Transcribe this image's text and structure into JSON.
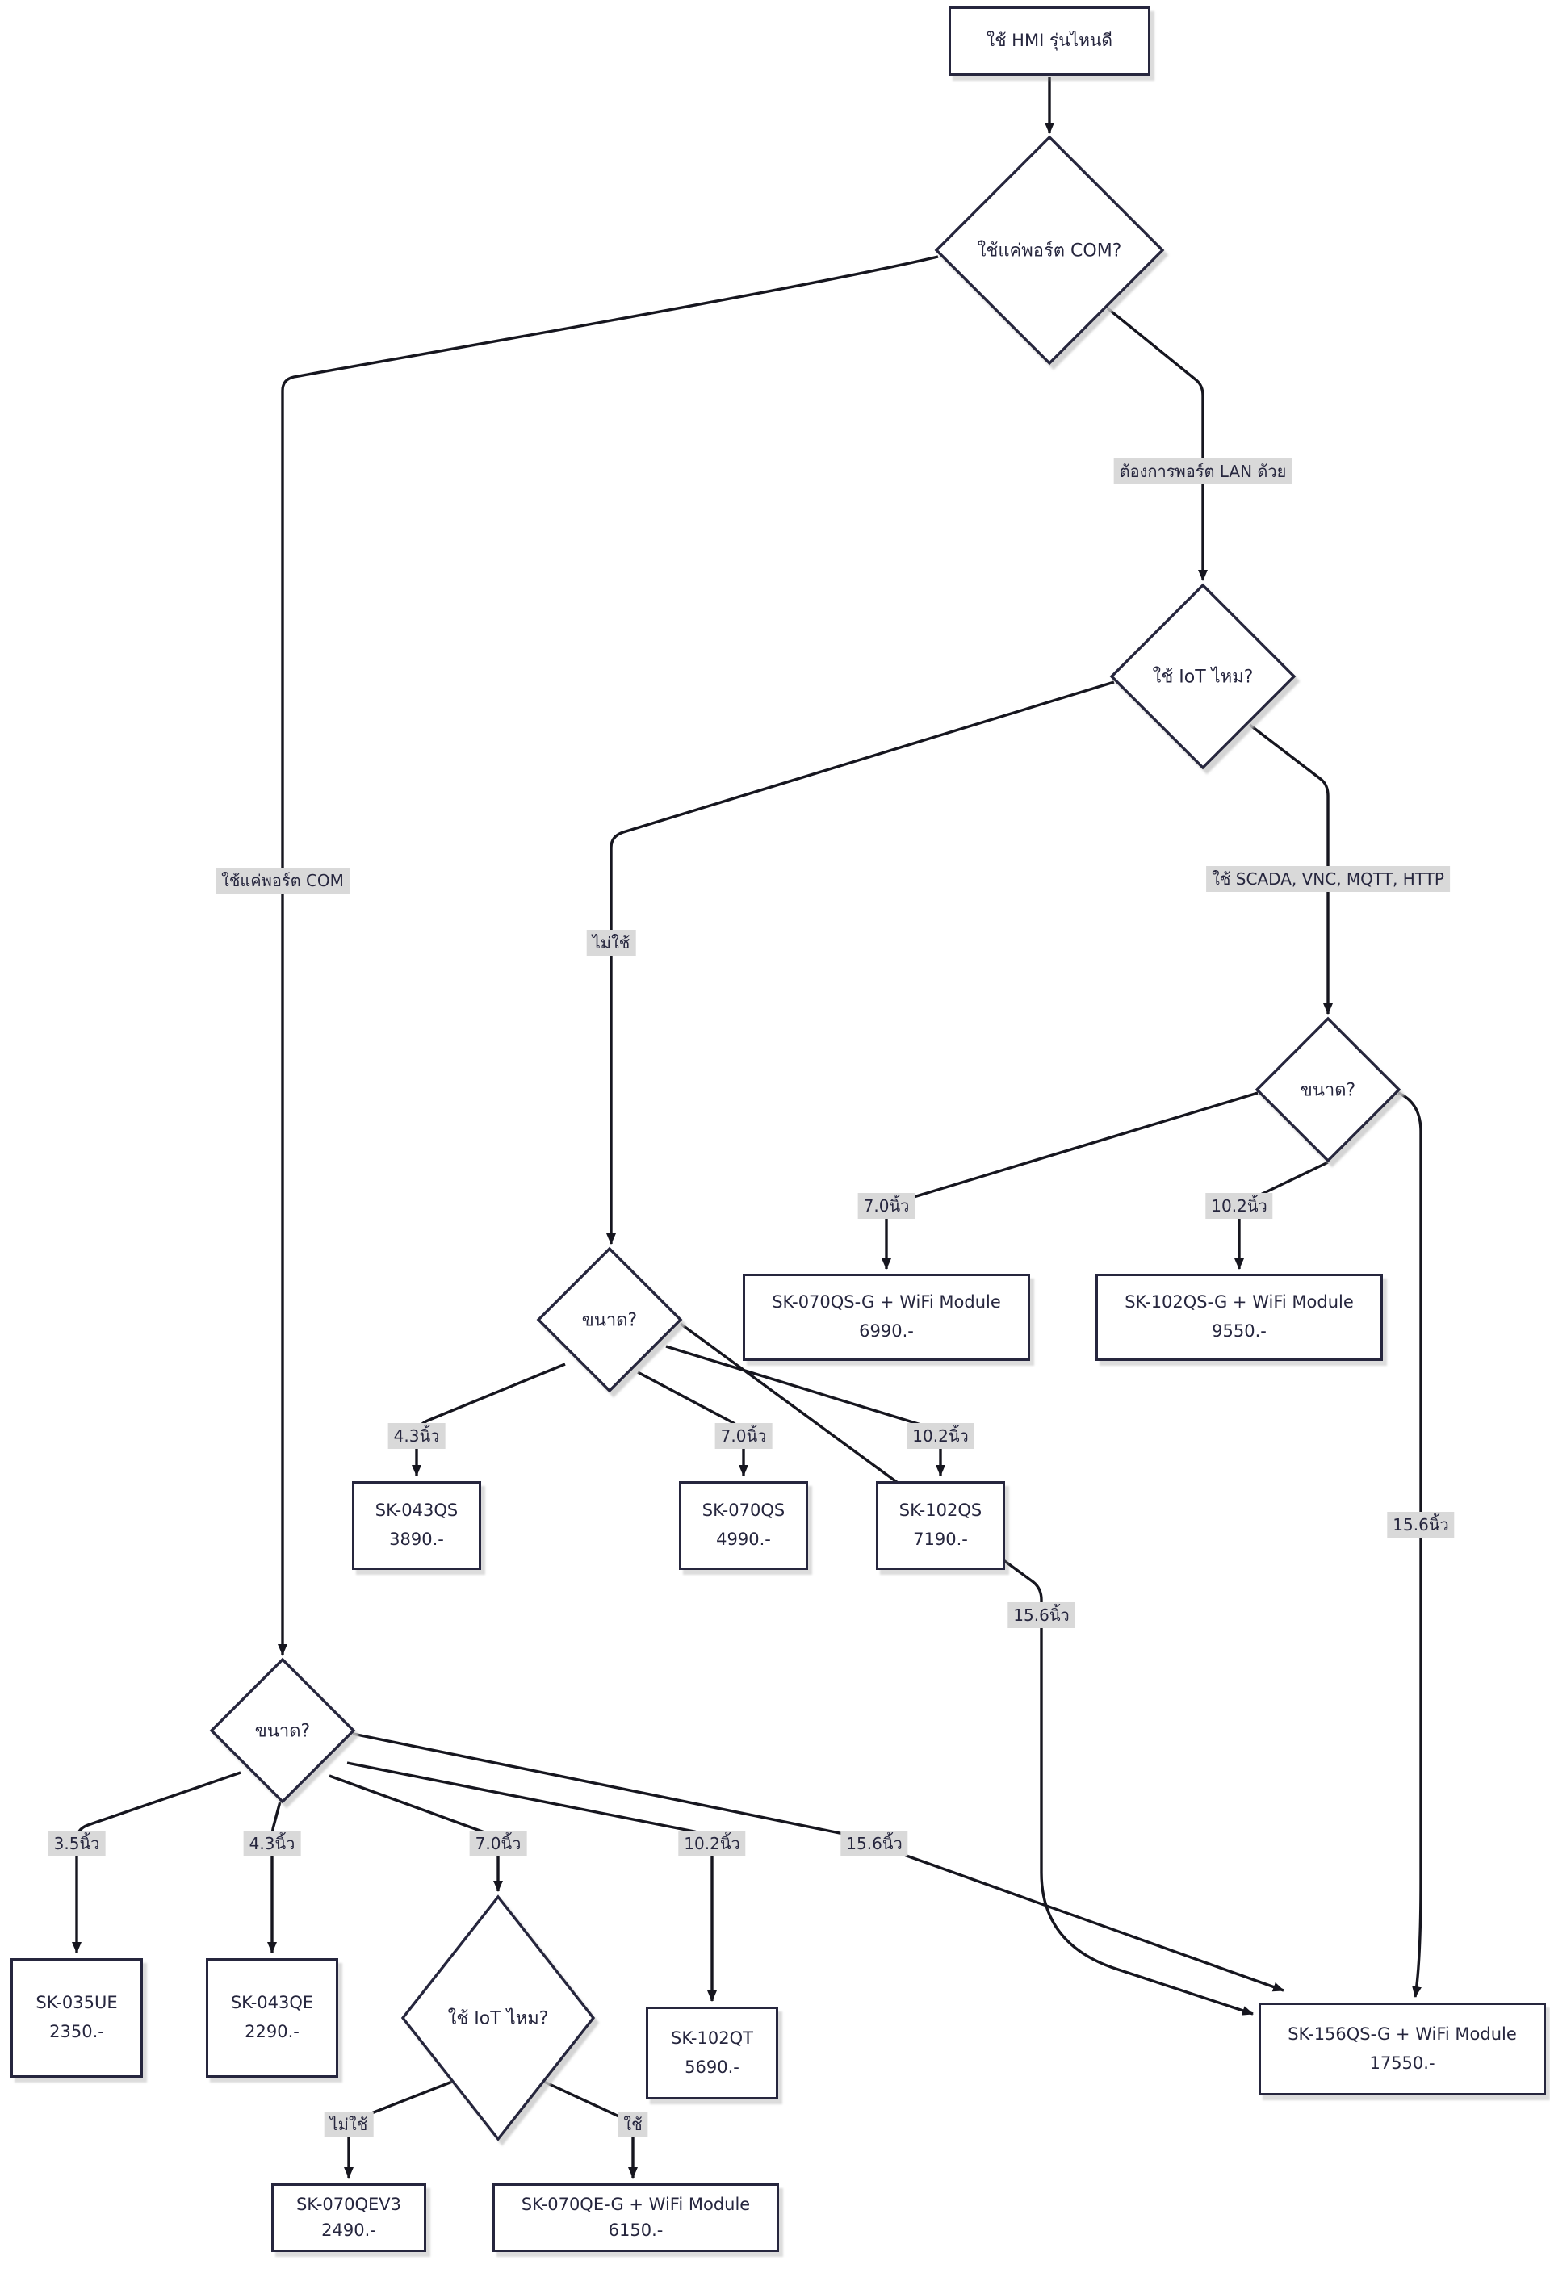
{
  "diagram_title": "HMI model selection flowchart",
  "colors": {
    "node_border": "#26263e",
    "node_fill": "#ffffff",
    "edge_line": "#16161f",
    "edge_label_bg": "#d9d9d9",
    "text": "#26263e"
  },
  "nodes": {
    "start": {
      "label": "ใช้ HMI รุ่นไหนดี"
    },
    "q_com": {
      "label": "ใช้แค่พอร์ต COM?"
    },
    "q_iot": {
      "label": "ใช้ IoT ไหม?"
    },
    "q_size_right": {
      "label": "ขนาด?"
    },
    "q_size_mid": {
      "label": "ขนาด?"
    },
    "q_size_left": {
      "label": "ขนาด?"
    },
    "q_iot2": {
      "label": "ใช้ IoT ไหม?"
    },
    "p070qsg": {
      "model": "SK-070QS-G + WiFi Module",
      "price": "6990.-"
    },
    "p102qsg": {
      "model": "SK-102QS-G + WiFi Module",
      "price": "9550.-"
    },
    "p043qs": {
      "model": "SK-043QS",
      "price": "3890.-"
    },
    "p070qs": {
      "model": "SK-070QS",
      "price": "4990.-"
    },
    "p102qs": {
      "model": "SK-102QS",
      "price": "7190.-"
    },
    "p035ue": {
      "model": "SK-035UE",
      "price": "2350.-"
    },
    "p043qe": {
      "model": "SK-043QE",
      "price": "2290.-"
    },
    "p102qt": {
      "model": "SK-102QT",
      "price": "5690.-"
    },
    "p156qsg": {
      "model": "SK-156QS-G + WiFi Module",
      "price": "17550.-"
    },
    "p070qev3": {
      "model": "SK-070QEV3",
      "price": "2490.-"
    },
    "p070qeg": {
      "model": "SK-070QE-G + WiFi Module",
      "price": "6150.-"
    }
  },
  "edge_labels": {
    "lan": "ต้องการพอร์ต LAN ด้วย",
    "com_only": "ใช้แค่พอร์ต COM",
    "no_iot": "ไม่ใช้",
    "scada": "ใช้ SCADA, VNC, MQTT, HTTP",
    "size_7_right": "7.0นิ้ว",
    "size_102_right": "10.2นิ้ว",
    "size_156_right": "15.6นิ้ว",
    "size_43_mid": "4.3นิ้ว",
    "size_7_mid": "7.0นิ้ว",
    "size_102_mid": "10.2นิ้ว",
    "size_156_mid": "15.6นิ้ว",
    "size_35_left": "3.5นิ้ว",
    "size_43_left": "4.3นิ้ว",
    "size_7_left": "7.0นิ้ว",
    "size_102_left": "10.2นิ้ว",
    "size_156_left": "15.6นิ้ว",
    "no_iot2": "ไม่ใช้",
    "iot2": "ใช้"
  }
}
